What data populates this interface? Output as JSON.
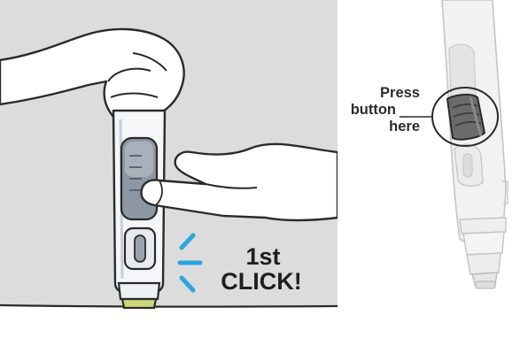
{
  "callout": {
    "first_click_number": "1st",
    "first_click_word": "CLICK!",
    "press_line_1": "Press",
    "press_line_2": "button",
    "press_line_3": "here"
  },
  "colors": {
    "panel_background": "#dcdcdc",
    "outline": "#2a2a2a",
    "click_marks": "#2aa7df",
    "viewing_window": "#8e97a4",
    "cap_ring": "#c9d67a"
  },
  "icons": {
    "click_sound_marks": "click-marks-icon",
    "button_highlight": "highlight-circle-icon"
  }
}
